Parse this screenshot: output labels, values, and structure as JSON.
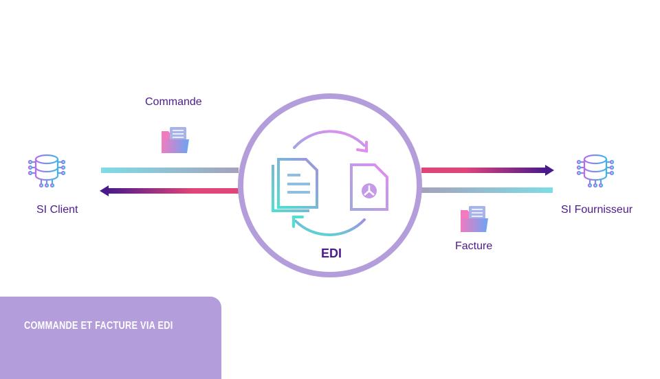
{
  "labels": {
    "commande": "Commande",
    "facture": "Facture",
    "client": "SI Client",
    "fournisseur": "SI Fournisseur",
    "edi": "EDI"
  },
  "panel": {
    "title": "COMMANDE ET FACTURE VIA EDI"
  },
  "colors": {
    "purple": "#4b1a8c",
    "circle": "#b39ddb",
    "pink": "#e0457a",
    "cyan": "#7fdce6"
  }
}
